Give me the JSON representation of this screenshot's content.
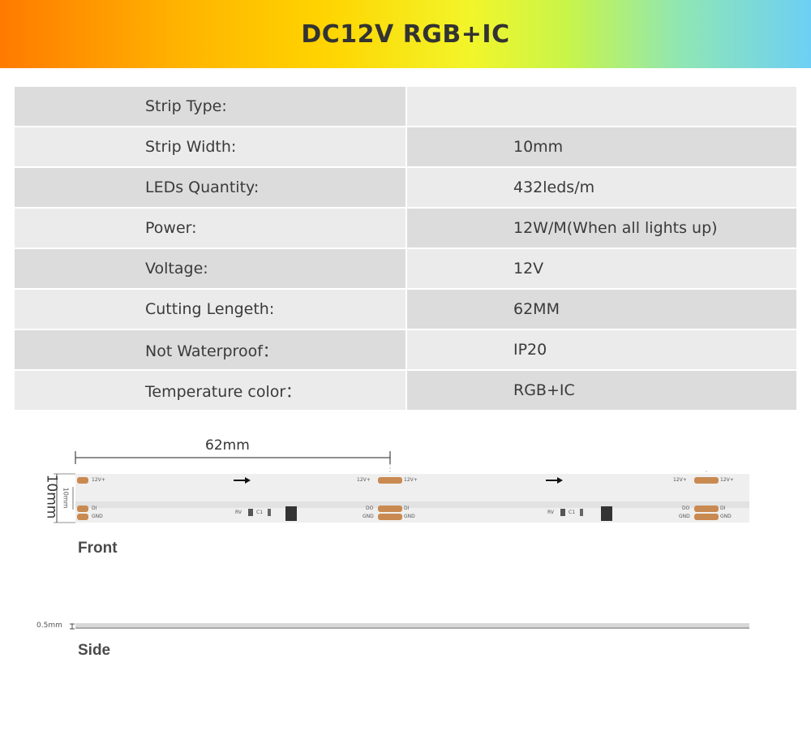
{
  "title": "DC12V RGB+IC",
  "specs": [
    {
      "label": "Strip Type:",
      "value": ""
    },
    {
      "label": "Strip Width:",
      "value": "10mm"
    },
    {
      "label": "LEDs Quantity:",
      "value": "432leds/m"
    },
    {
      "label": "Power:",
      "value": "12W/M(When all lights up)"
    },
    {
      "label": "Voltage:",
      "value": "12V"
    },
    {
      "label": "Cutting Lengeth:",
      "value": "62MM"
    },
    {
      "label": "Not Waterproof：",
      "value": "IP20"
    },
    {
      "label": "Temperature color：",
      "value": "RGB+IC"
    }
  ],
  "diagram": {
    "cut_length": "62mm",
    "width_label": "10mm",
    "width_inner": "10mm",
    "thickness": "0.5mm",
    "pad_v": "12V+",
    "pad_di": "DI",
    "pad_do": "DO",
    "pad_gnd": "GND",
    "rv": "RV",
    "c1": "C1",
    "front_label": "Front",
    "side_label": "Side",
    "colors": {
      "strip": "#eeeeee",
      "pad": "#c98a52",
      "chip": "#333333"
    }
  }
}
